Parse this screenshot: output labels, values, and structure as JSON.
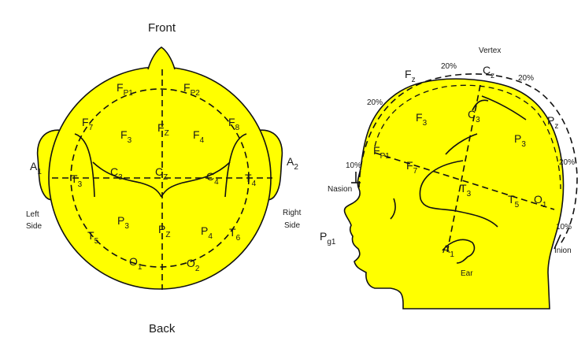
{
  "top_view": {
    "front": "Front",
    "back": "Back",
    "left_side": [
      "Left",
      "Side"
    ],
    "right_side": [
      "Right",
      "Side"
    ],
    "ear_left": {
      "main": "A",
      "sub": "1"
    },
    "ear_right": {
      "main": "A",
      "sub": "2"
    },
    "electrodes": [
      {
        "id": "Fp1",
        "main": "F",
        "sub": "P1"
      },
      {
        "id": "Fp2",
        "main": "F",
        "sub": "P2"
      },
      {
        "id": "F7",
        "main": "F",
        "sub": "7"
      },
      {
        "id": "F8",
        "main": "F",
        "sub": "8"
      },
      {
        "id": "F3",
        "main": "F",
        "sub": "3"
      },
      {
        "id": "Fz",
        "main": "F",
        "sub": "Z"
      },
      {
        "id": "F4",
        "main": "F",
        "sub": "4"
      },
      {
        "id": "T3",
        "main": "T",
        "sub": "3"
      },
      {
        "id": "C3",
        "main": "C",
        "sub": "3"
      },
      {
        "id": "Cz",
        "main": "C",
        "sub": "Z"
      },
      {
        "id": "C4",
        "main": "C",
        "sub": "4"
      },
      {
        "id": "T4",
        "main": "T",
        "sub": "4"
      },
      {
        "id": "T5",
        "main": "T",
        "sub": "5"
      },
      {
        "id": "P3",
        "main": "P",
        "sub": "3"
      },
      {
        "id": "Pz",
        "main": "P",
        "sub": "Z"
      },
      {
        "id": "P4",
        "main": "P",
        "sub": "4"
      },
      {
        "id": "T6",
        "main": "T",
        "sub": "6"
      },
      {
        "id": "O1",
        "main": "O",
        "sub": "1"
      },
      {
        "id": "O2",
        "main": "O",
        "sub": "2"
      }
    ]
  },
  "side_view": {
    "vertex": "Vertex",
    "nasion": "Nasion",
    "inion": "Inion",
    "ear": "Ear",
    "pg1": {
      "main": "P",
      "sub": "g1"
    },
    "percent_labels": [
      "20%",
      "20%",
      "20%",
      "20%",
      "10%",
      "10%"
    ],
    "electrodes": [
      {
        "id": "Fz",
        "main": "F",
        "sub": "z"
      },
      {
        "id": "Cz",
        "main": "C",
        "sub": "z"
      },
      {
        "id": "Pz",
        "main": "P",
        "sub": "z"
      },
      {
        "id": "F3",
        "main": "F",
        "sub": "3"
      },
      {
        "id": "C3",
        "main": "C",
        "sub": "3"
      },
      {
        "id": "P3",
        "main": "P",
        "sub": "3"
      },
      {
        "id": "Fp1",
        "main": "F",
        "sub": "P1"
      },
      {
        "id": "F7",
        "main": "F",
        "sub": "7"
      },
      {
        "id": "T3",
        "main": "T",
        "sub": "3"
      },
      {
        "id": "T5",
        "main": "T",
        "sub": "5"
      },
      {
        "id": "O1",
        "main": "O",
        "sub": "1"
      },
      {
        "id": "A1",
        "main": "A",
        "sub": "1"
      }
    ]
  },
  "colors": {
    "head_fill": "#ffff00",
    "outline": "#111111",
    "background": "#ffffff"
  }
}
